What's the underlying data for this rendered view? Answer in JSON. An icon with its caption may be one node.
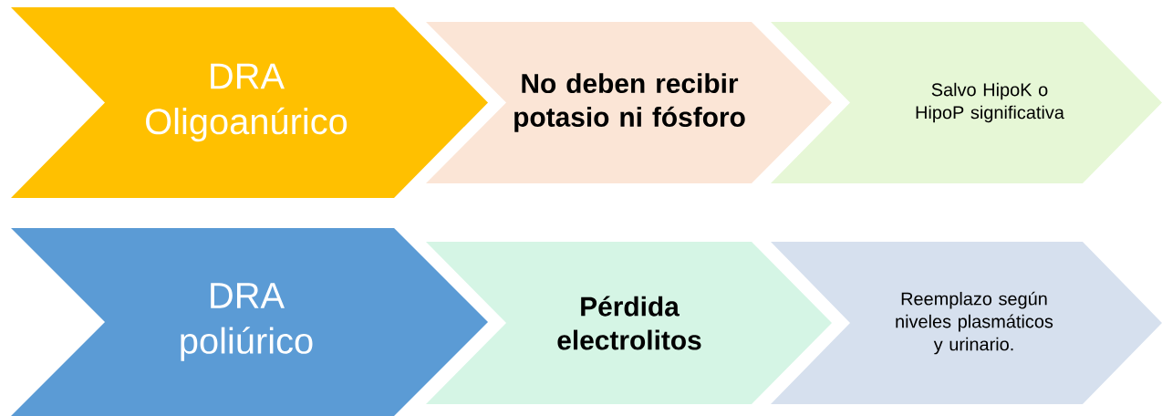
{
  "diagram": {
    "nodes": [
      {
        "text": [
          "DRA Oligoanúrico"
        ]
      },
      {
        "text": [
          "**No deben recibir potasio ni fósforo**"
        ]
      },
      {
        "text": [
          "Salvo HipoK o HipoP significativa"
        ]
      },
      {
        "text": [
          "DRA poliúrico"
        ]
      },
      {
        "text": [
          "**Pérdida electrolitos**"
        ]
      },
      {
        "text": [
          "Reemplazo según niveles plasmáticos y urinario."
        ]
      }
    ]
  }
}
